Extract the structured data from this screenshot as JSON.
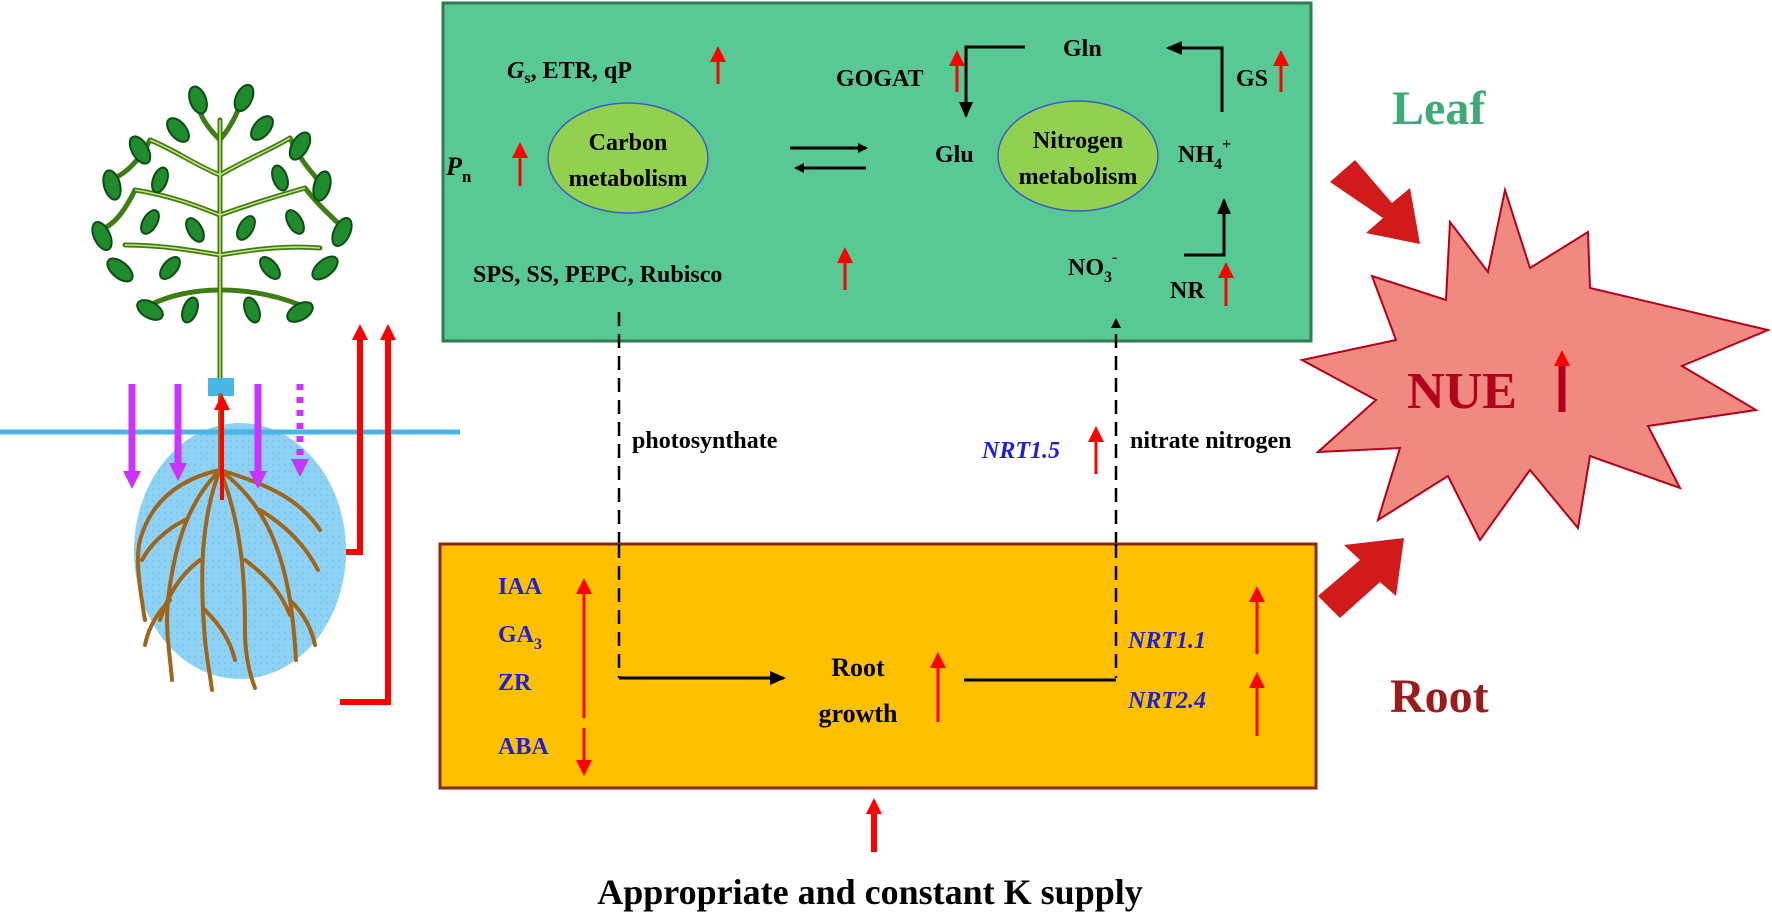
{
  "colors": {
    "leaf_box": "#58c995",
    "leaf_border": "#2e7d4f",
    "root_box": "#ffc000",
    "root_border": "#8b2a12",
    "ellipse": "#92d050",
    "up_arrow": "#ff0000",
    "blue_text": "#1f1fd6",
    "leaf_label": "#3daa78",
    "root_label": "#9b1a1a",
    "nue_fill": "#f08a80",
    "nue_text": "#b3001b",
    "big_arrow": "#d11a1a",
    "purple": "#cc33ff",
    "water": "#8ed3f5",
    "ground_line": "#49b6e8"
  },
  "leaf_box": {
    "gs_label": "G",
    "gs_sub": "s",
    "gs_rest": ", ETR, qP",
    "pn_label": "P",
    "pn_sub": "n",
    "carbon_line1": "Carbon",
    "carbon_line2": "metabolism",
    "enzymes": "SPS, SS, PEPC, Rubisco",
    "gogat": "GOGAT",
    "gln": "Gln",
    "gs_enzyme": "GS",
    "glu": "Glu",
    "nitrogen_line1": "Nitrogen",
    "nitrogen_line2": "metabolism",
    "nh4": "NH",
    "nh4_sub": "4",
    "nh4_sup": "+",
    "no3": "NO",
    "no3_sub": "3",
    "no3_sup": "-",
    "nr": "NR"
  },
  "middle": {
    "photosynthate": "photosynthate",
    "nrt15": "NRT1.5",
    "nitrate_nitrogen": "nitrate nitrogen"
  },
  "root_box": {
    "iaa": "IAA",
    "ga3": "GA",
    "ga3_sub": "3",
    "zr": "ZR",
    "aba": "ABA",
    "root_growth_line1": "Root",
    "root_growth_line2": "growth",
    "nrt11": "NRT1.1",
    "nrt24": "NRT2.4"
  },
  "labels": {
    "leaf": "Leaf",
    "root": "Root",
    "nue": "NUE",
    "k_supply": "Appropriate and constant K supply"
  }
}
